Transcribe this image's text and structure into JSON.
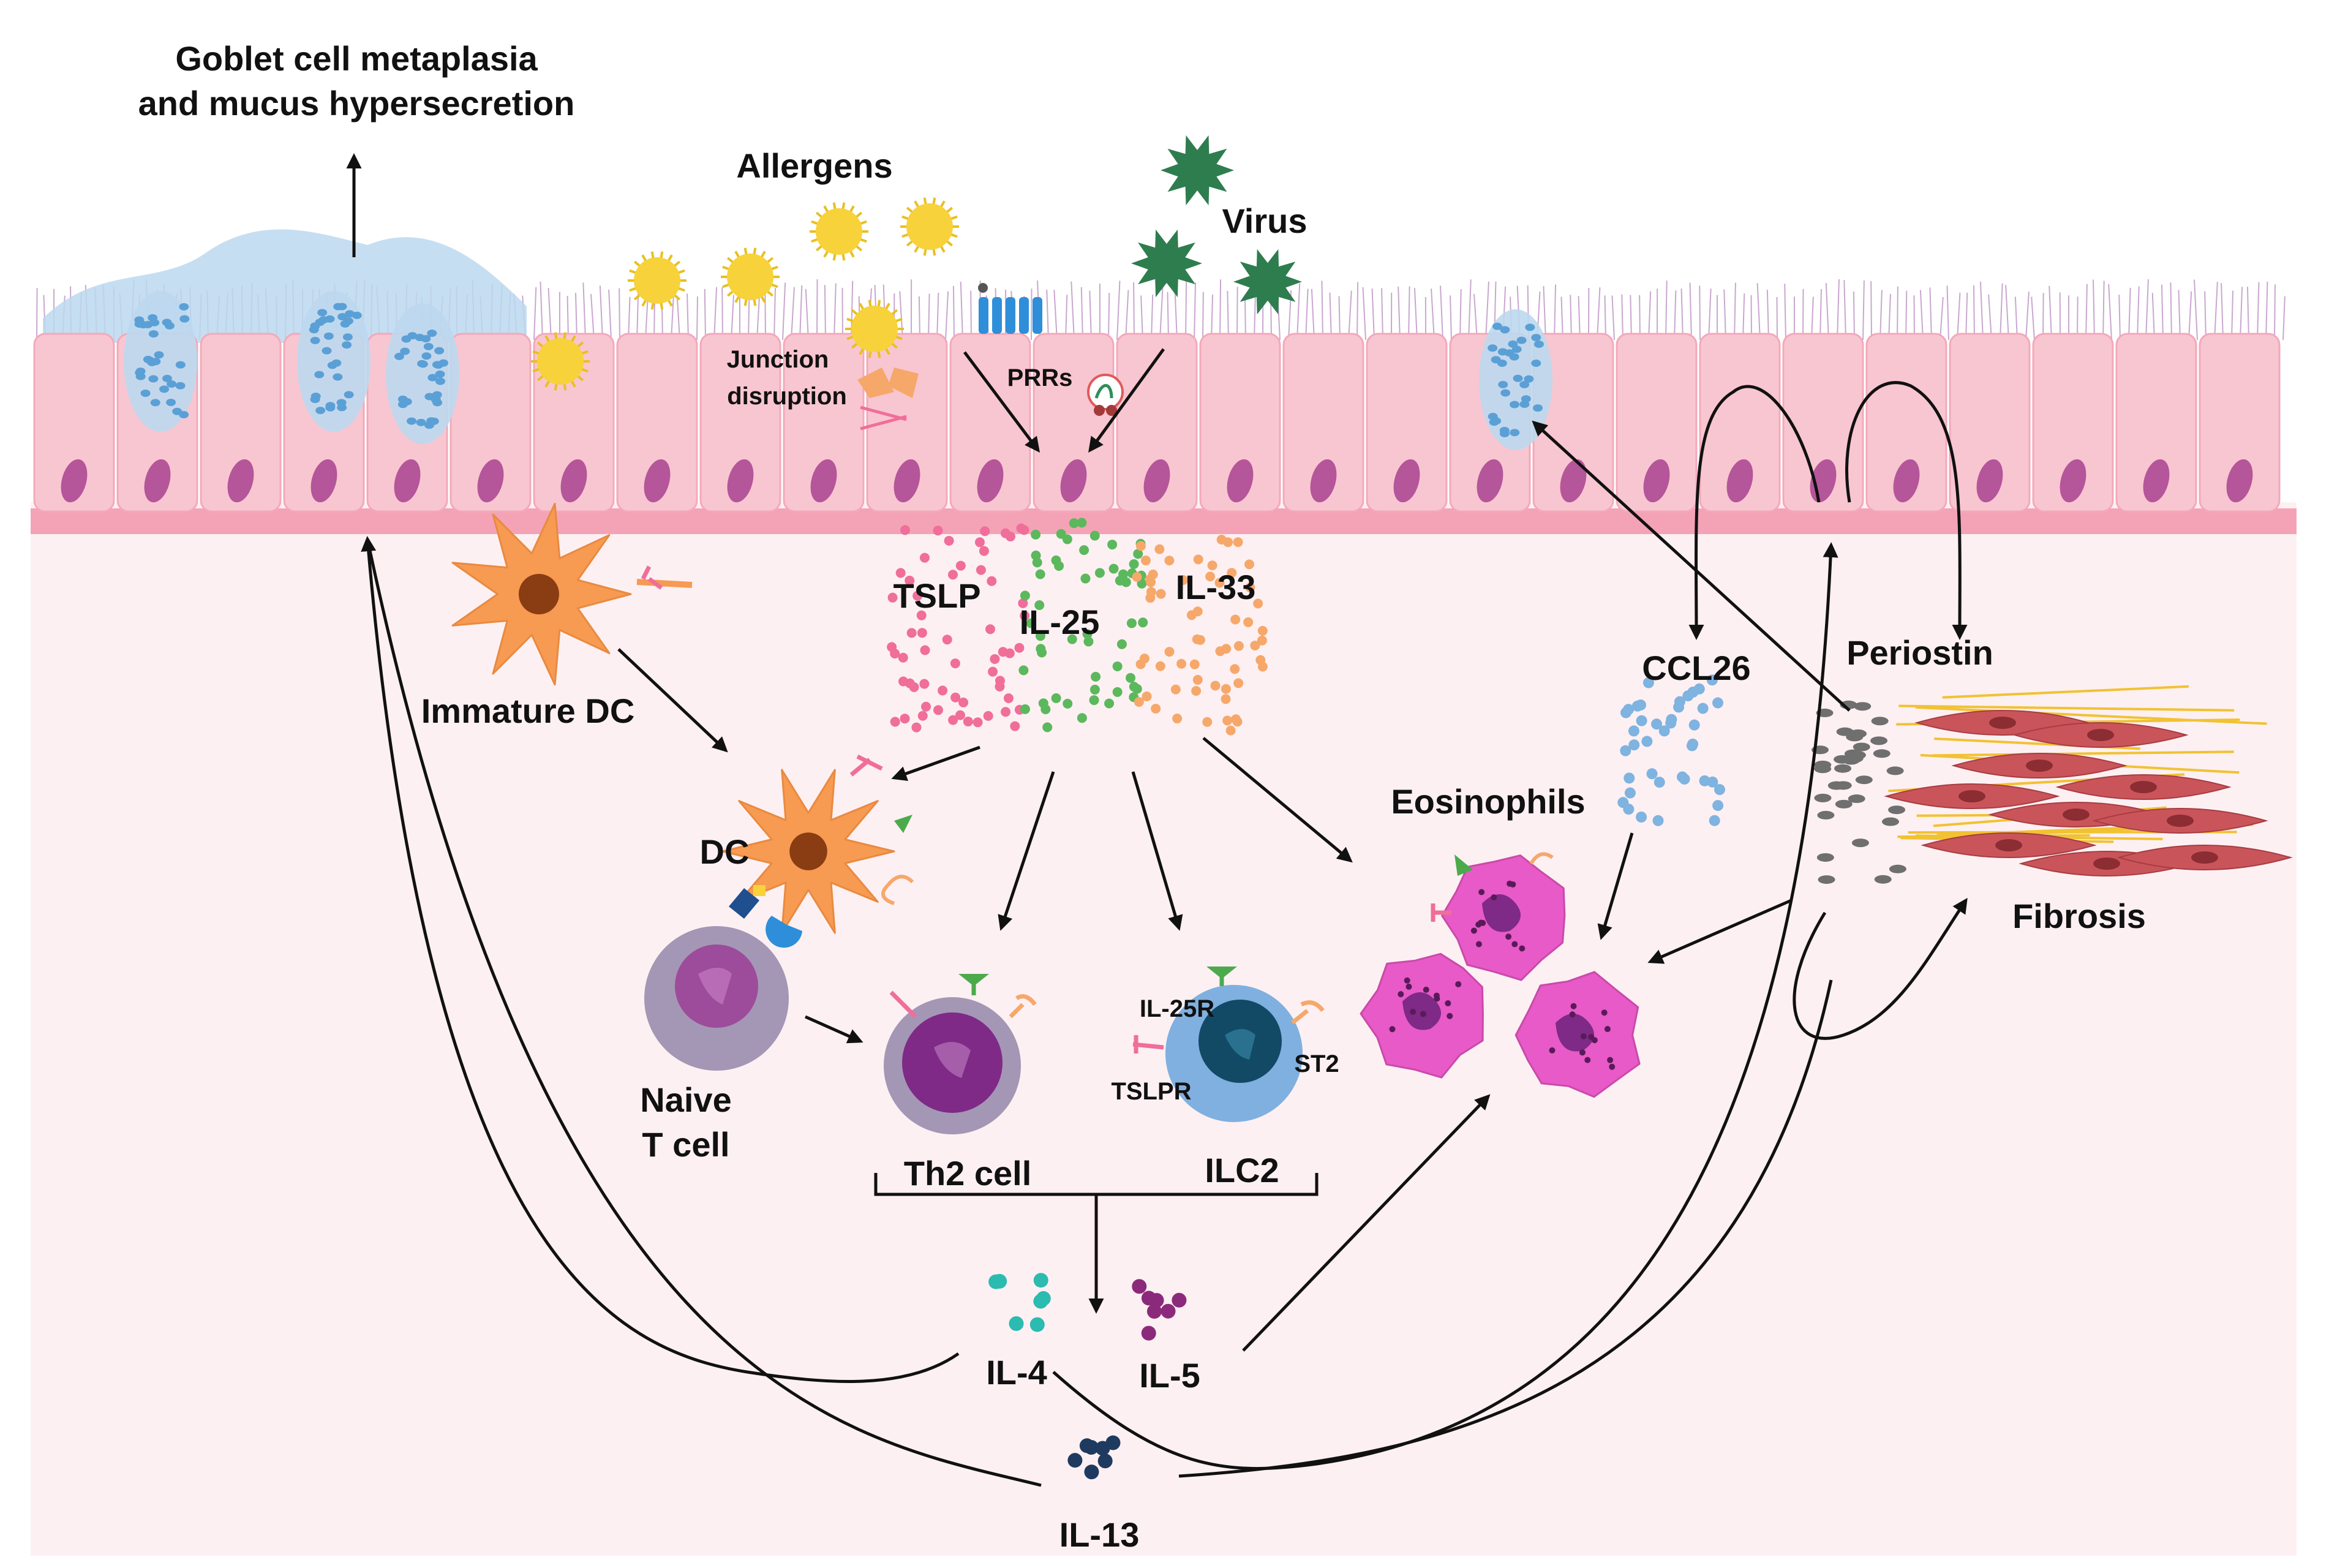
{
  "labels": {
    "goblet_line1": "Goblet cell metaplasia",
    "goblet_line2": "and mucus hypersecretion",
    "allergens": "Allergens",
    "virus": "Virus",
    "junction_line1": "Junction",
    "junction_line2": "disruption",
    "prrs": "PRRs",
    "tslp": "TSLP",
    "il25": "IL-25",
    "il33": "IL-33",
    "immature_dc": "Immature DC",
    "dc": "DC",
    "naive_line1": "Naive",
    "naive_line2": "T cell",
    "th2_cell": "Th2 cell",
    "ilc2": "ILC2",
    "il25r": "IL-25R",
    "tslpr": "TSLPR",
    "st2": "ST2",
    "eosinophils": "Eosinophils",
    "ccl26": "CCL26",
    "periostin": "Periostin",
    "fibrosis": "Fibrosis",
    "il4": "IL-4",
    "il5": "IL-5",
    "il13": "IL-13"
  },
  "colors": {
    "tissue_background": "#fdf0f3",
    "epithelium_cell": "#f8c6d0",
    "basement_membrane": "#f4a3b6",
    "nucleus": "#b5559a",
    "mucus": "#bcd8ee",
    "allergen": "#f7d23b",
    "virus": "#2e7d4f",
    "tslp": "#f06e9a",
    "il25": "#5cb85c",
    "il33": "#f6a86b",
    "ccl26": "#7fb3e0",
    "il4": "#2bbbb0",
    "il5": "#8b2a7a",
    "il13": "#1f3a5f",
    "dc": "#f79a52",
    "th2": "#7e2a86",
    "ilc2": "#4a8fd0",
    "eosinophil": "#e75ac7",
    "fibroblast": "#c9555a",
    "periostin": "#6f6f6f"
  }
}
